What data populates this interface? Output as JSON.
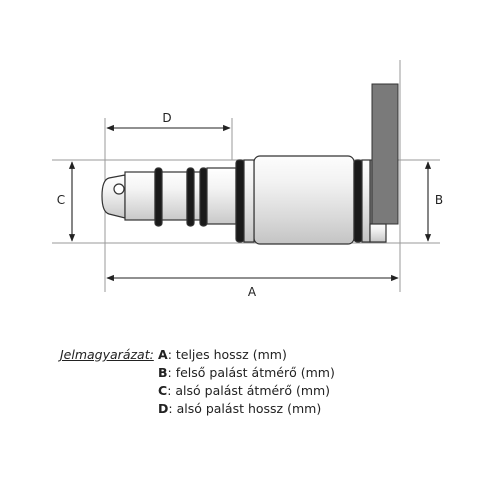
{
  "colors": {
    "outline": "#333333",
    "guide": "#9a9a9a",
    "bracket": "#7a7a7a",
    "oring": "#1a1a1a"
  },
  "dimensions": {
    "A": "A",
    "B": "B",
    "C": "C",
    "D": "D"
  },
  "legend": {
    "title": "Jelmagyarázat:",
    "items": [
      {
        "key": "A",
        "text": ": teljes hossz (mm)"
      },
      {
        "key": "B",
        "text": ": felső palást átmérő (mm)"
      },
      {
        "key": "C",
        "text": ": alsó palást átmérő (mm)"
      },
      {
        "key": "D",
        "text": ": alsó palást hossz (mm)"
      }
    ]
  }
}
